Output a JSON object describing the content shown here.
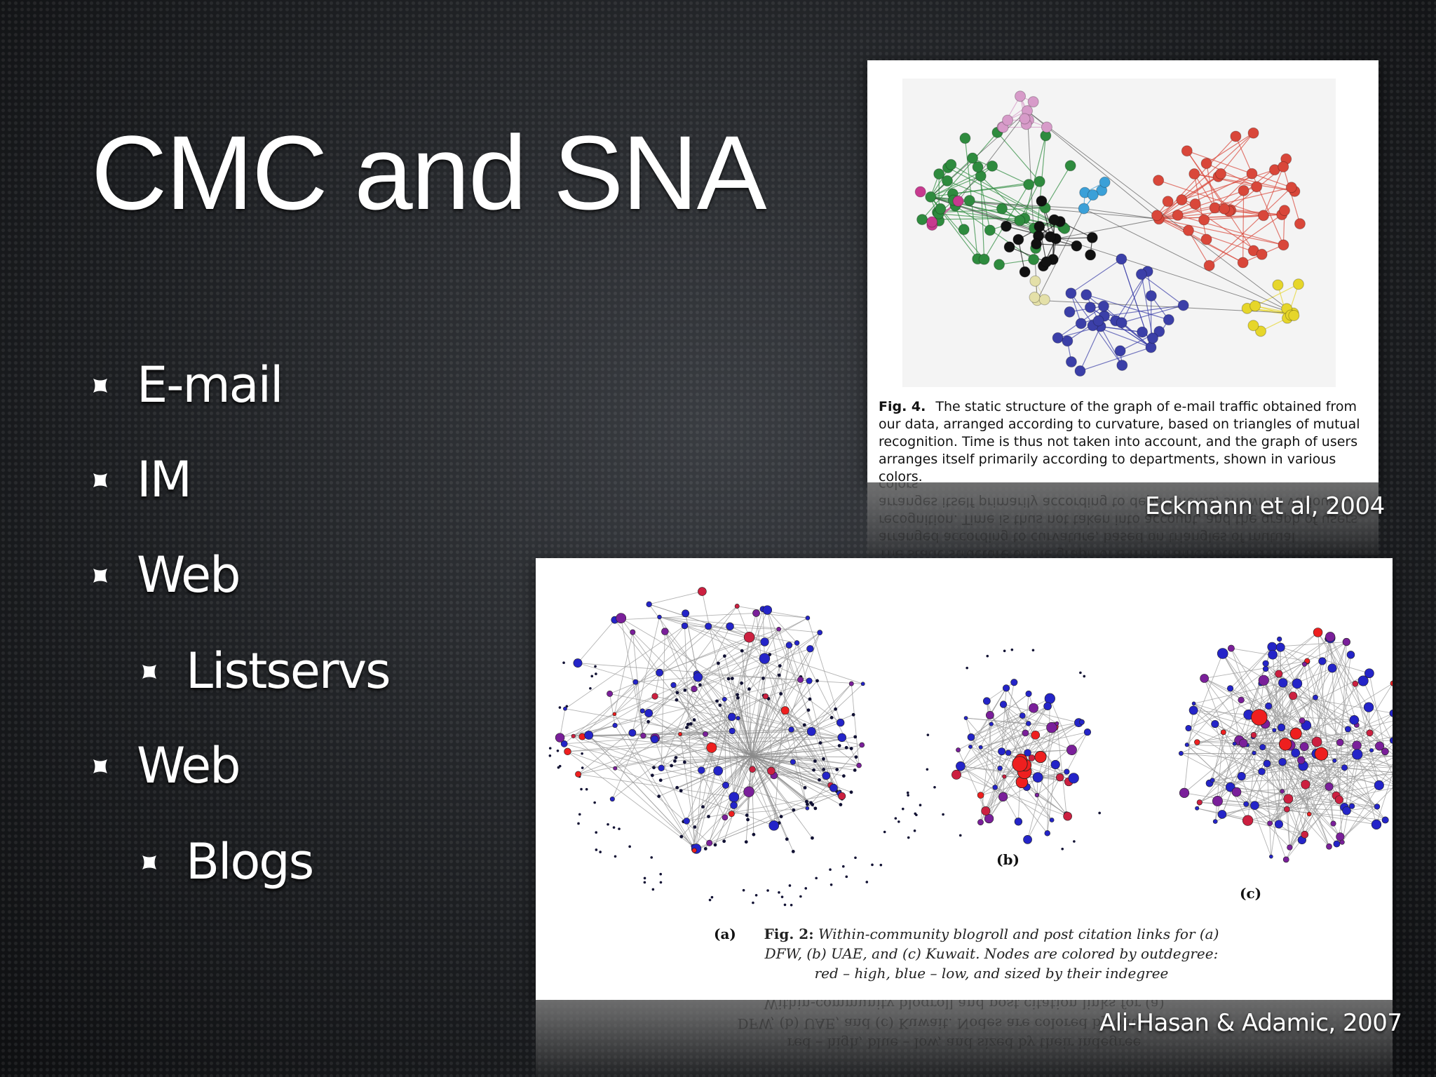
{
  "slide": {
    "title": "CMC and SNA",
    "bullets": [
      {
        "label": "E-mail",
        "level": 1
      },
      {
        "label": "IM",
        "level": 1
      },
      {
        "label": "Web",
        "level": 1
      },
      {
        "label": "Listservs",
        "level": 2
      },
      {
        "label": "Web",
        "level": 1
      },
      {
        "label": "Blogs",
        "level": 2
      }
    ]
  },
  "figure_email": {
    "caption_label": "Fig. 4.",
    "caption_text": "The static structure of the graph of e-mail traffic obtained from our data, arranged according to curvature, based on triangles of mutual recognition. Time is thus not taken into account, and the graph of users arranges itself primarily according to departments, shown in various colors.",
    "credit": "Eckmann et al, 2004",
    "node_colors": [
      "#2e8b3e",
      "#111111",
      "#d9473a",
      "#3b3fa8",
      "#e6d62a",
      "#d79bc9",
      "#3ba0d8",
      "#8bb33a",
      "#c73a8f",
      "#e4e0a8"
    ]
  },
  "figure_blog": {
    "caption_label": "Fig. 2:",
    "caption_line1": "Within-community blogroll and post citation links for (a)",
    "caption_line2": "DFW, (b) UAE, and (c) Kuwait. Nodes are colored by outdegree:",
    "caption_line3": "red – high, blue – low, and sized by their indegree",
    "panel_labels": [
      "(a)",
      "(b)",
      "(c)"
    ],
    "credit": "Ali-Hasan & Adamic, 2007",
    "node_colors": [
      "#2424c8",
      "#7a1f9a",
      "#cc2040",
      "#ee1f1f",
      "#111133"
    ]
  }
}
